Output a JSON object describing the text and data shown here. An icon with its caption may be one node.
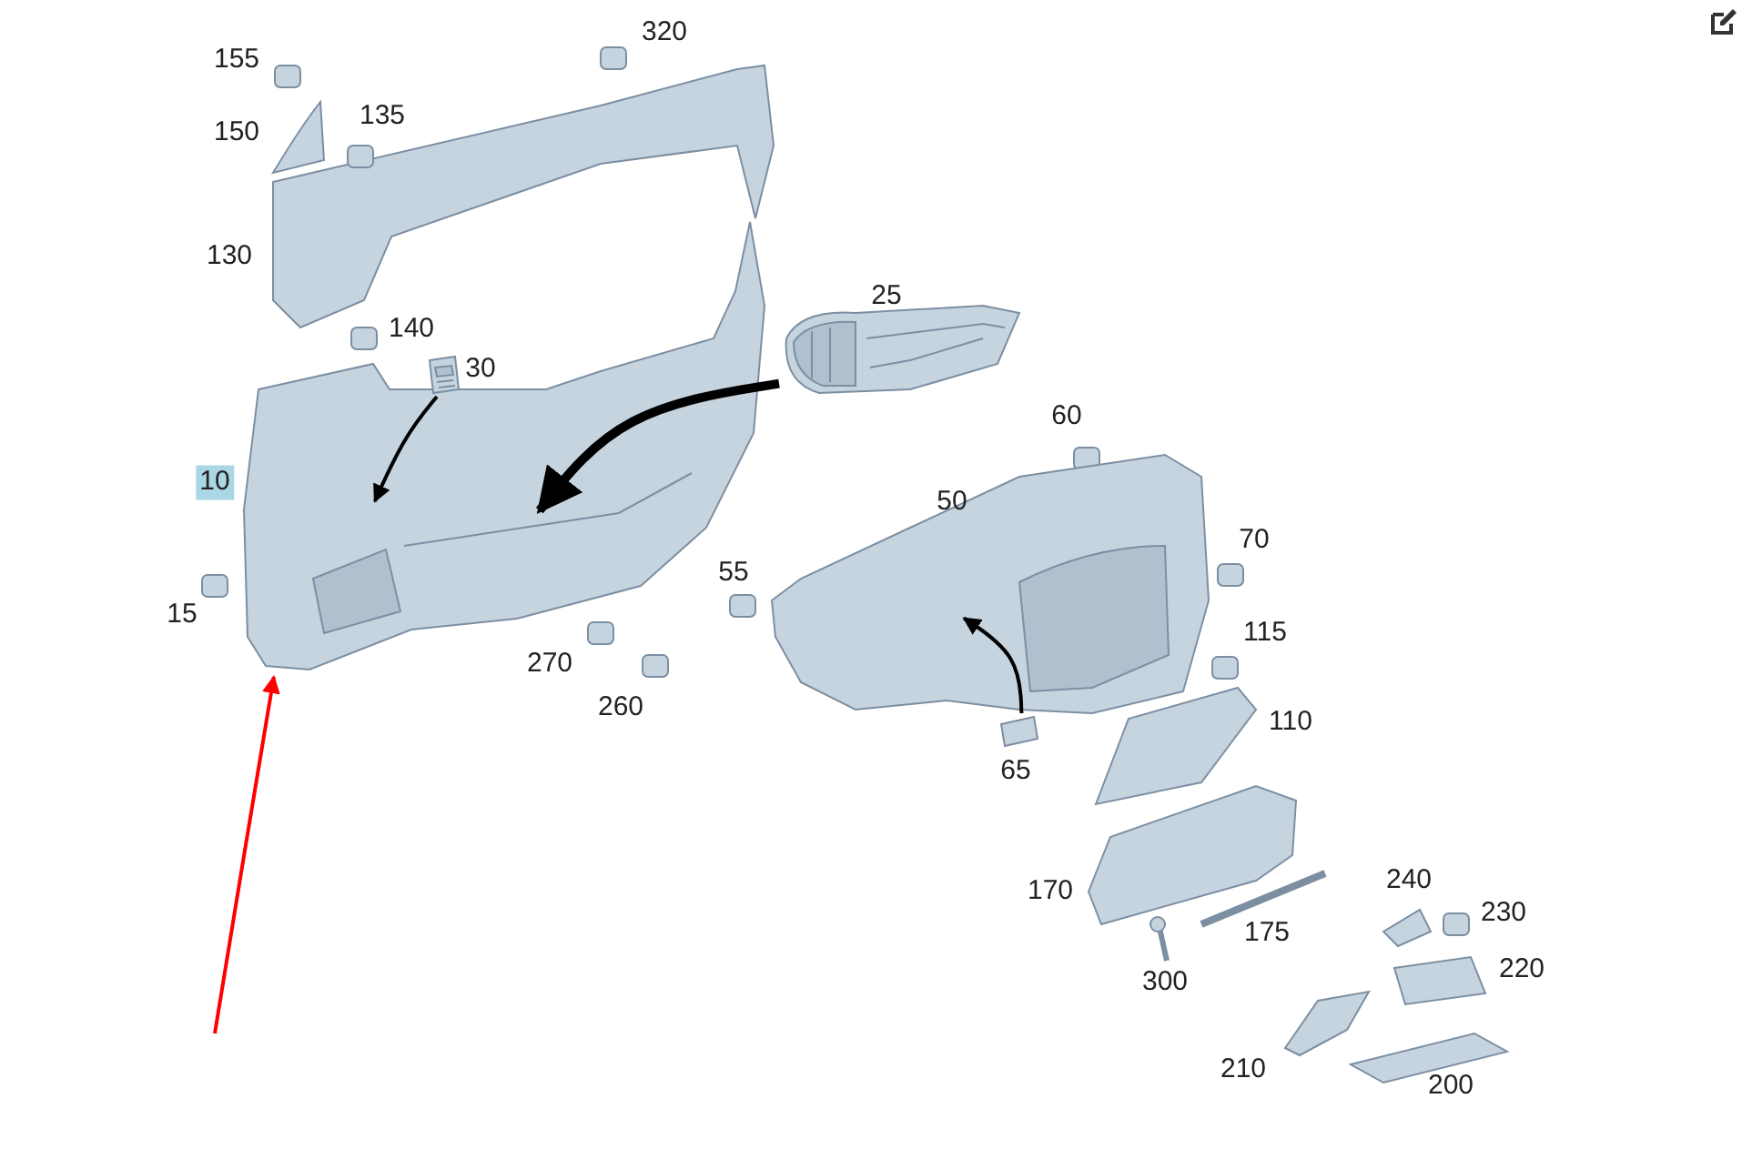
{
  "diagram": {
    "nodes": [
      {
        "text": [],
        "shape": "picture"
      },
      {
        "text": [],
        "shape": "picture"
      },
      {
        "text": [],
        "shape": "picture"
      },
      {
        "text": [],
        "shape": "picture"
      },
      {
        "text": [],
        "shape": "picture"
      }
    ],
    "edges": [
      {
        "from": 1,
        "to": 0,
        "arrow": "to"
      },
      {
        "from": 2,
        "to": 0,
        "arrow": "to",
        "style": "thick"
      },
      {
        "from": 4,
        "to": 3,
        "arrow": "to"
      },
      {
        "from": null,
        "to": 0,
        "arrow": "to",
        "color": "#ff0000"
      }
    ],
    "labels": [
      "320",
      "155",
      "135",
      "150",
      "130",
      "25",
      "140",
      "30",
      "60",
      "10",
      "50",
      "70",
      "55",
      "15",
      "115",
      "270",
      "260",
      "110",
      "65",
      "240",
      "170",
      "230",
      "175",
      "220",
      "300",
      "210",
      "200"
    ]
  }
}
